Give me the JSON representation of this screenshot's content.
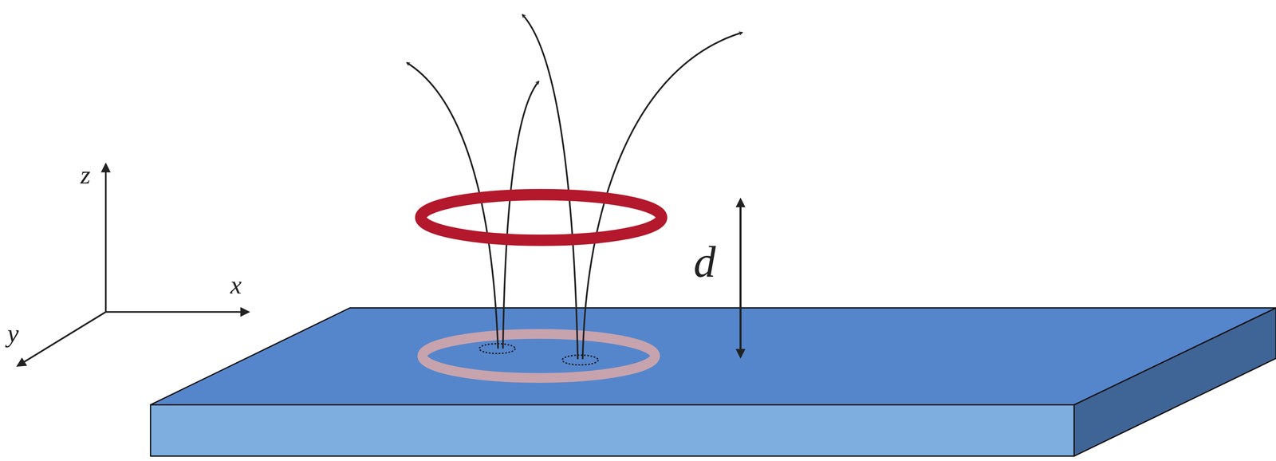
{
  "diagram": {
    "labels": [
      "z",
      "x",
      "y",
      "d"
    ]
  }
}
